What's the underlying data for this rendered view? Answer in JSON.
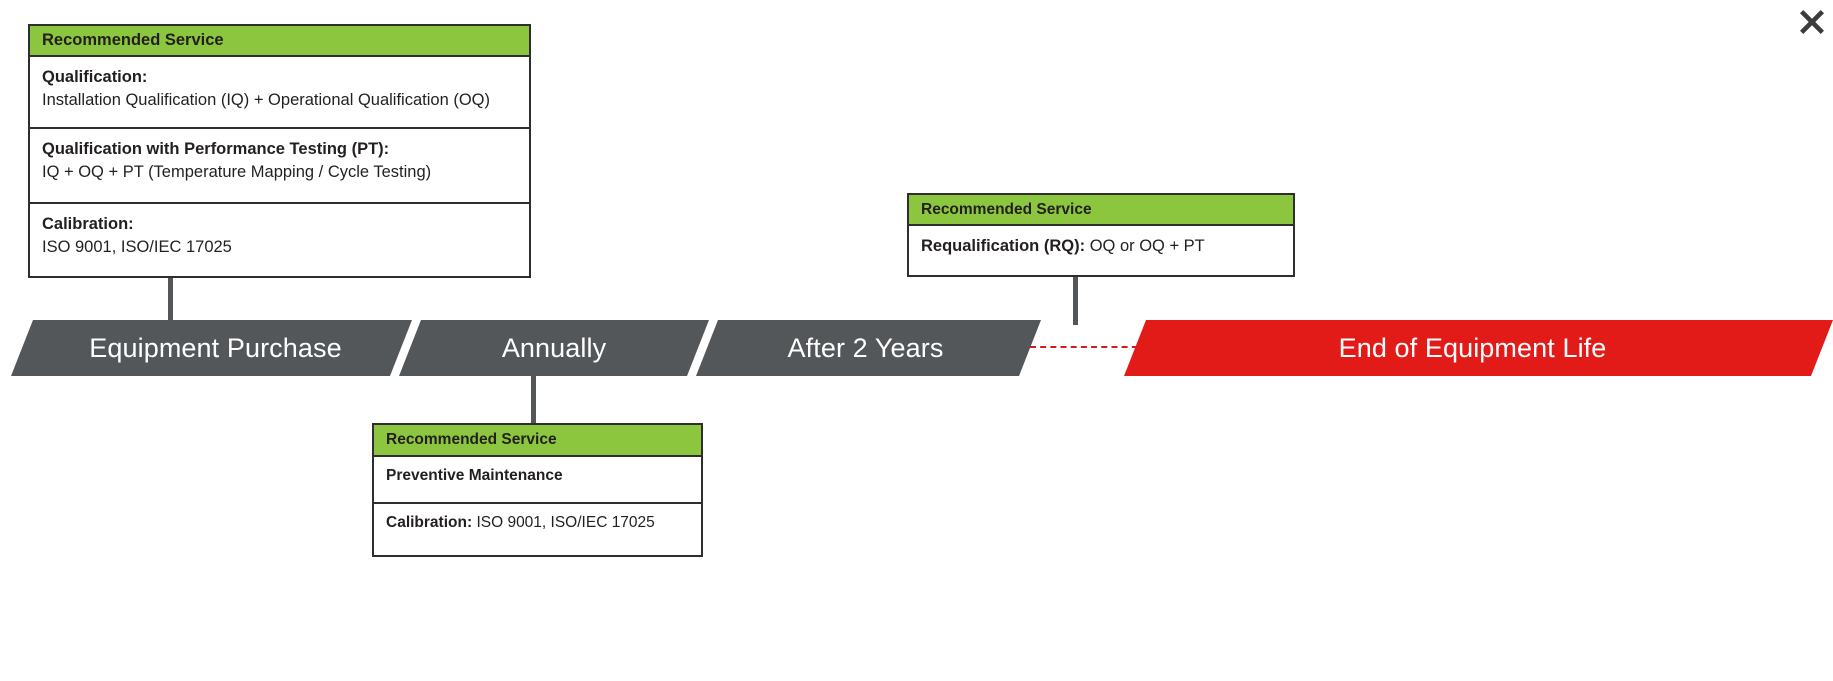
{
  "close_button": {
    "icon": "close-x-icon",
    "label": "Close",
    "color": "#3c3c3c"
  },
  "theme": {
    "header_green": "#8CC63F",
    "chevron_gray": "#53575A",
    "chevron_red": "#E31B18",
    "border_dark": "#2E2E2E",
    "connector_gray": "#53575A",
    "dashdot_red": "#D71920",
    "text_dark": "#231F20",
    "chevron_text": "#FFFFFF"
  },
  "timeline": {
    "type": "chevron-timeline",
    "stages": [
      {
        "id": "equipment-purchase",
        "label": "Equipment Purchase",
        "color": "#53575A",
        "style": "gray"
      },
      {
        "id": "annually",
        "label": "Annually",
        "color": "#53575A",
        "style": "gray"
      },
      {
        "id": "after-2-years",
        "label": "After 2 Years",
        "color": "#53575A",
        "style": "gray"
      },
      {
        "id": "end-of-equipment-life",
        "label": "End of Equipment Life",
        "color": "#E31B18",
        "style": "red"
      }
    ],
    "connectors": [
      {
        "from": "equipment-purchase",
        "to": "card-purchase",
        "type": "solid-vertical",
        "color": "#53575A"
      },
      {
        "from": "annually",
        "to": "card-preventive",
        "type": "solid-vertical",
        "color": "#53575A"
      },
      {
        "from": "after-2-years",
        "to": "card-requalification",
        "type": "solid-vertical",
        "color": "#53575A"
      },
      {
        "from": "after-2-years",
        "to": "end-of-equipment-life",
        "type": "dash-dot-horizontal",
        "color": "#D71920"
      }
    ]
  },
  "cards": {
    "purchase": {
      "header": "Recommended Service",
      "rows": [
        {
          "title": "Qualification:",
          "text": "Installation Qualification (IQ) + Operational Qualification (OQ)"
        },
        {
          "title": "Qualification with Performance Testing (PT):",
          "text": "IQ + OQ + PT (Temperature Mapping / Cycle Testing)"
        },
        {
          "title": "Calibration:",
          "text": "ISO 9001, ISO/IEC 17025"
        }
      ]
    },
    "requalification": {
      "header": "Recommended Service",
      "rows": [
        {
          "title": "Requalification (RQ):",
          "text": "OQ or OQ + PT"
        }
      ]
    },
    "preventive": {
      "header": "Recommended Service",
      "rows": [
        {
          "title": "Preventive Maintenance",
          "text": ""
        },
        {
          "title": "Calibration:",
          "text": "ISO 9001, ISO/IEC 17025"
        }
      ]
    }
  }
}
